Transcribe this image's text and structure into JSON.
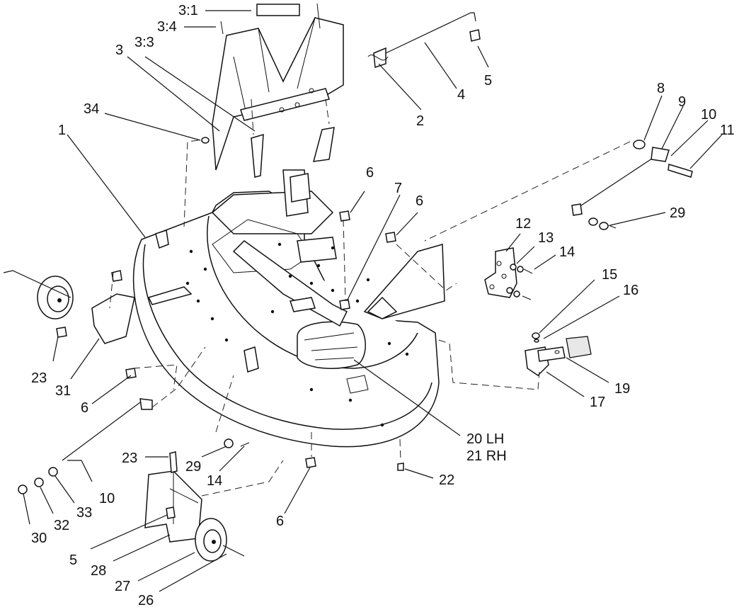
{
  "diagram": {
    "labels": [
      "3:1",
      "3:4",
      "3:3",
      "3",
      "34",
      "1",
      "2",
      "4",
      "5",
      "8",
      "9",
      "10",
      "11",
      "6",
      "7",
      "6",
      "29",
      "12",
      "13",
      "14",
      "15",
      "16",
      "19",
      "17",
      "20 LH",
      "21 RH",
      "23",
      "31",
      "6",
      "10",
      "30",
      "32",
      "33",
      "23",
      "29",
      "14",
      "5",
      "28",
      "27",
      "26",
      "6",
      "22"
    ]
  }
}
